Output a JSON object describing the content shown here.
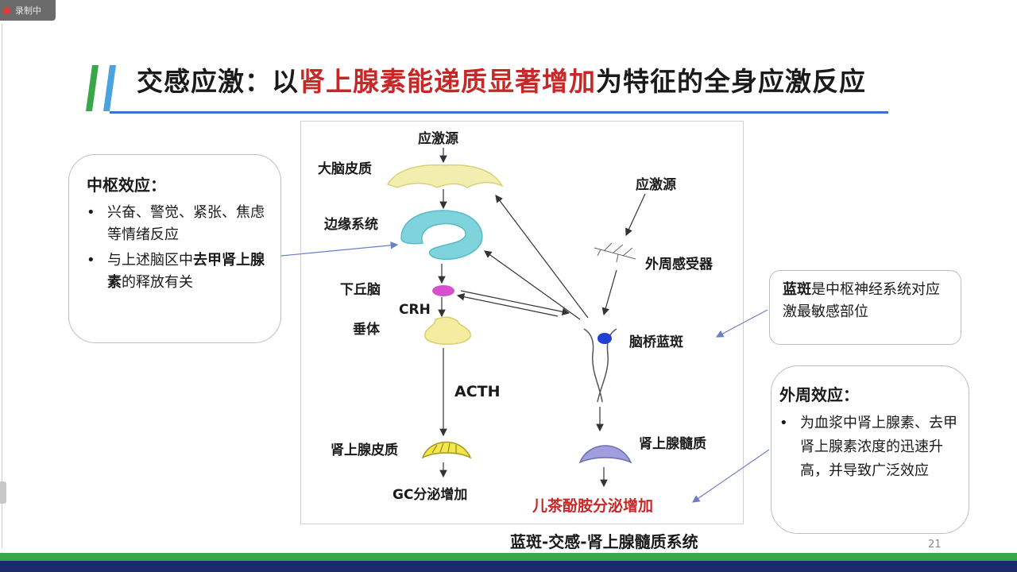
{
  "recording": {
    "label": "录制中"
  },
  "title": {
    "prefix": "交感应激：以",
    "highlight": "肾上腺素能递质显著增加",
    "suffix": "为特征的全身应激反应"
  },
  "central_box": {
    "heading": "中枢效应：",
    "bullet1": "兴奋、警觉、紧张、焦虑等情绪反应",
    "bullet2_pre": "与上述脑区中",
    "bullet2_bold1": "去甲肾上腺素",
    "bullet2_post": "的释放有关"
  },
  "locus_box": {
    "bold": "蓝斑",
    "text": "是中枢神经系统对应激最敏感部位"
  },
  "peripheral_box": {
    "heading": "外周效应：",
    "bullet": "为血浆中肾上腺素、去甲肾上腺素浓度的迅速升高，并导致广泛效应"
  },
  "diagram": {
    "stressor_top": "应激源",
    "cortex": "大脑皮质",
    "limbic": "边缘系统",
    "hypothalamus": "下丘脑",
    "crh": "CRH",
    "pituitary": "垂体",
    "acth": "ACTH",
    "adrenal_cortex": "肾上腺皮质",
    "gc": "GC分泌增加",
    "stressor_right": "应激源",
    "receptor": "外周感受器",
    "locus": "脑桥蓝斑",
    "medulla": "肾上腺髓质",
    "catecholamine": "儿茶酚胺分泌增加"
  },
  "caption": "蓝斑-交感-肾上腺髓质系统",
  "page_number": "21",
  "colors": {
    "highlight_red": "#c62828",
    "title_line_blue": "#3b6fd0",
    "bar_green": "#3aa64a",
    "bar_blue": "#4aa3df",
    "cortex_yellow": "#f2eeb0",
    "limbic_cyan": "#7fd3dc",
    "hypothalamus_magenta": "#d64fd0",
    "locus_blue": "#1f3fd6",
    "medulla_purple": "#9f9fe0",
    "footer_navy": "#1c2a6b"
  }
}
